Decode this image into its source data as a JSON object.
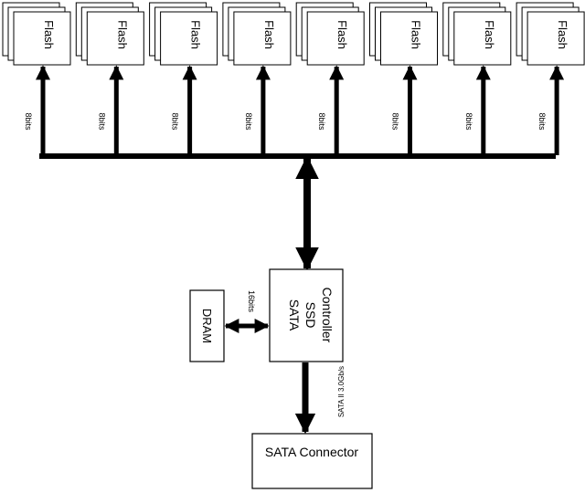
{
  "colors": {
    "stroke": "#000000",
    "fill": "#ffffff"
  },
  "flash_chips": [
    {
      "label": "Flash",
      "bus_width": "8bits"
    },
    {
      "label": "Flash",
      "bus_width": "8bits"
    },
    {
      "label": "Flash",
      "bus_width": "8bits"
    },
    {
      "label": "Flash",
      "bus_width": "8bits"
    },
    {
      "label": "Flash",
      "bus_width": "8bits"
    },
    {
      "label": "Flash",
      "bus_width": "8bits"
    },
    {
      "label": "Flash",
      "bus_width": "8bits"
    },
    {
      "label": "Flash",
      "bus_width": "8bits"
    }
  ],
  "controller": {
    "lines": [
      "SATA",
      "SSD",
      "Controller"
    ]
  },
  "dram": {
    "label": "DRAM",
    "bus_width": "16bits"
  },
  "connector": {
    "label": "SATA Connector",
    "link_rate": "SATA II 3.0Gb/s"
  }
}
